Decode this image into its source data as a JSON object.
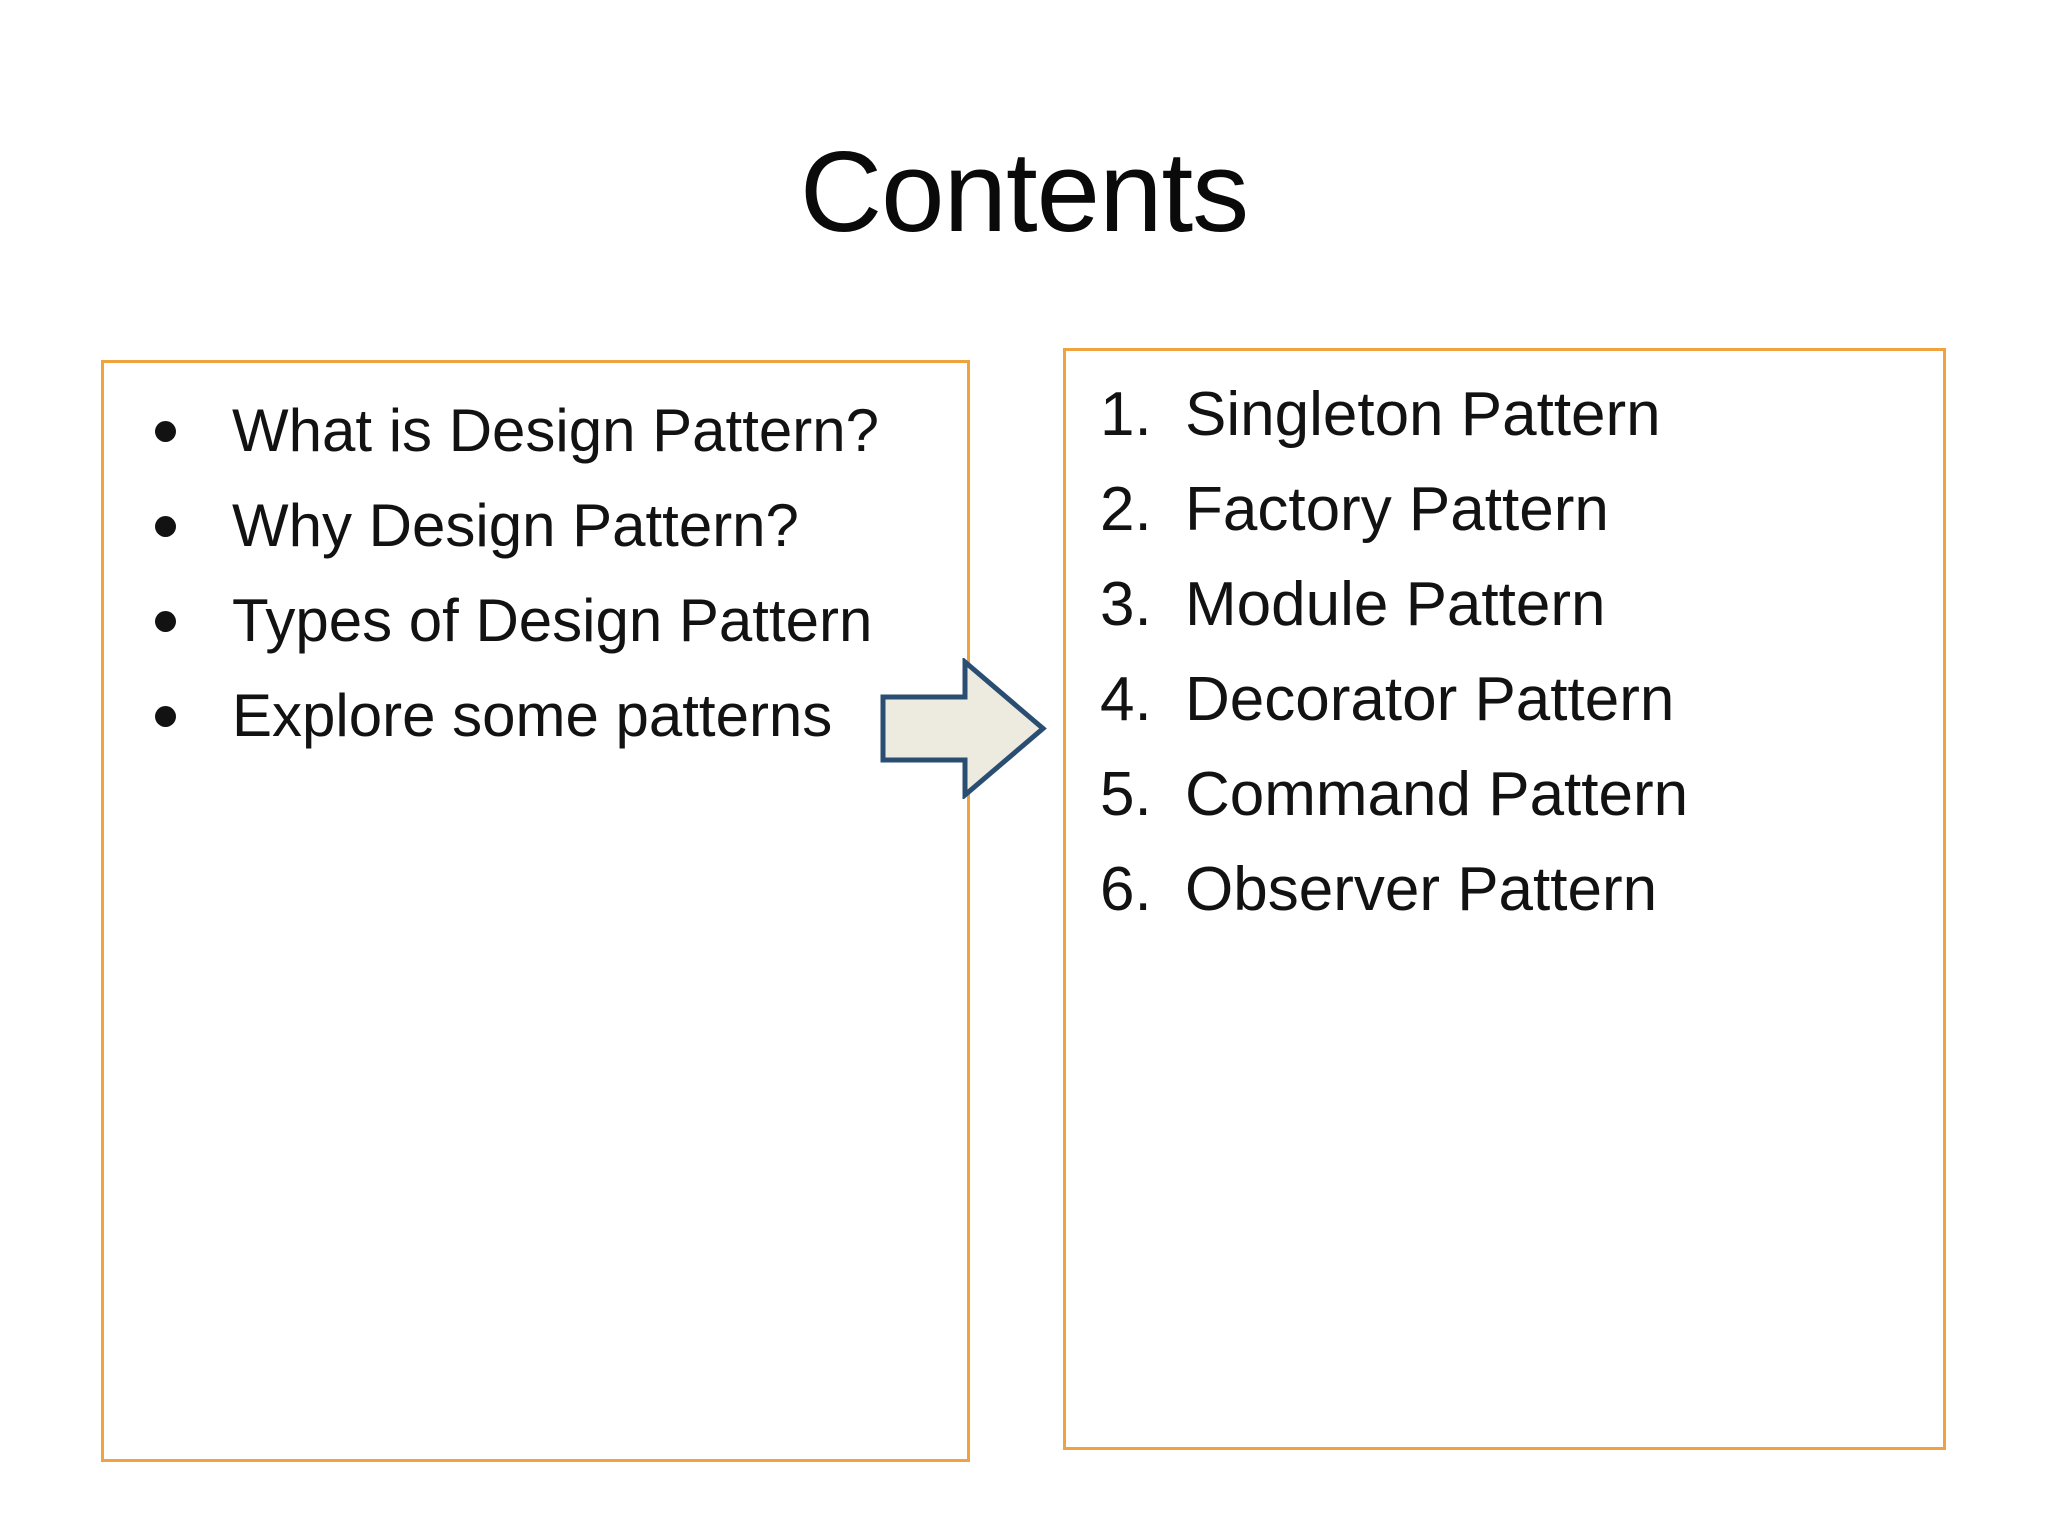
{
  "slide": {
    "title": "Contents"
  },
  "overview_box": {
    "items": [
      "What is Design Pattern?",
      "Why Design Pattern?",
      "Types of Design Pattern",
      "Explore some patterns"
    ]
  },
  "patterns_box": {
    "items": [
      {
        "num": "1.",
        "label": "Singleton Pattern"
      },
      {
        "num": "2.",
        "label": "Factory Pattern"
      },
      {
        "num": "3.",
        "label": "Module Pattern"
      },
      {
        "num": "4.",
        "label": "Decorator Pattern"
      },
      {
        "num": "5.",
        "label": "Command Pattern"
      },
      {
        "num": "6.",
        "label": "Observer Pattern"
      }
    ]
  },
  "arrow": {
    "direction": "right"
  },
  "colors": {
    "background": "#ffffff",
    "box_border": "#efa23d",
    "arrow_fill": "#edebe0",
    "arrow_stroke": "#2a4e72",
    "title_text": "#0a0a0a",
    "body_text": "#121212"
  }
}
